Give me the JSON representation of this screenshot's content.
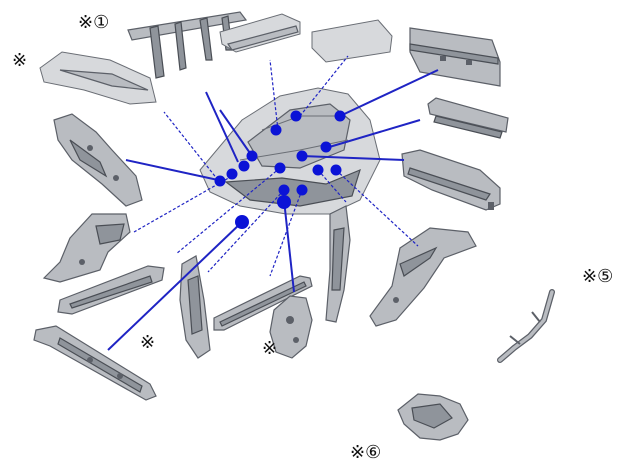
{
  "annotations": {
    "top_left_mark": "※①",
    "left_mark": "※",
    "lower_left_mark": "※",
    "lower_center_mark": "※",
    "right_mark": "※⑤",
    "bottom_mark": "※⑥"
  },
  "colors": {
    "leader_line": "#1f24c4",
    "callout_dot": "#0b13d6",
    "part_fill": "#b9bcc1"
  }
}
